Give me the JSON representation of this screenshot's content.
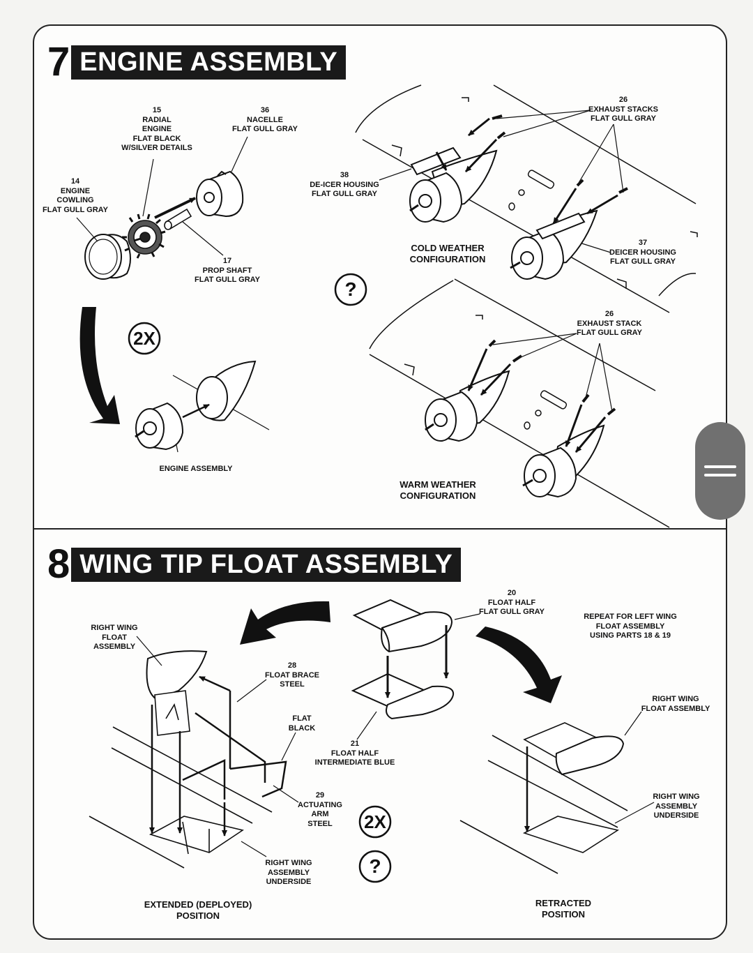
{
  "step7": {
    "number": "7",
    "title": "ENGINE ASSEMBLY",
    "labels": {
      "part15": [
        "15",
        "RADIAL",
        "ENGINE",
        "FLAT BLACK",
        "W/SILVER DETAILS"
      ],
      "part36": [
        "36",
        "NACELLE",
        "FLAT GULL GRAY"
      ],
      "part14": [
        "14",
        "ENGINE",
        "COWLING",
        "FLAT GULL GRAY"
      ],
      "part17": [
        "17",
        "PROP SHAFT",
        "FLAT GULL GRAY"
      ],
      "part38": [
        "38",
        "DE-ICER HOUSING",
        "FLAT GULL GRAY"
      ],
      "part26a": [
        "26",
        "EXHAUST STACKS",
        "FLAT GULL GRAY"
      ],
      "part37": [
        "37",
        "DEICER HOUSING",
        "FLAT GULL GRAY"
      ],
      "part26b": [
        "26",
        "EXHAUST STACK",
        "FLAT GULL GRAY"
      ],
      "engine_assembly": "ENGINE ASSEMBLY",
      "cold_weather": [
        "COLD WEATHER",
        "CONFIGURATION"
      ],
      "warm_weather": [
        "WARM WEATHER",
        "CONFIGURATION"
      ],
      "quantity": "2X",
      "question": "?"
    }
  },
  "step8": {
    "number": "8",
    "title": "WING TIP FLOAT ASSEMBLY",
    "labels": {
      "right_float_left": [
        "RIGHT WING",
        "FLOAT",
        "ASSEMBLY"
      ],
      "part20": [
        "20",
        "FLOAT HALF",
        "FLAT GULL GRAY"
      ],
      "repeat_note": [
        "REPEAT FOR LEFT WING",
        "FLOAT ASSEMBLY",
        "USING PARTS 18 & 19"
      ],
      "part28": [
        "28",
        "FLOAT BRACE",
        "STEEL"
      ],
      "flat_black": [
        "FLAT",
        "BLACK"
      ],
      "part21": [
        "21",
        "FLOAT HALF",
        "INTERMEDIATE BLUE"
      ],
      "part29": [
        "29",
        "ACTUATING",
        "ARM",
        "STEEL"
      ],
      "right_float_right": [
        "RIGHT WING",
        "FLOAT ASSEMBLY"
      ],
      "underside_right": [
        "RIGHT WING",
        "ASSEMBLY",
        "UNDERSIDE"
      ],
      "underside_left": [
        "RIGHT WING",
        "ASSEMBLY",
        "UNDERSIDE"
      ],
      "extended": [
        "EXTENDED (DEPLOYED)",
        "POSITION"
      ],
      "retracted": [
        "RETRACTED",
        "POSITION"
      ],
      "quantity": "2X",
      "question": "?"
    }
  }
}
